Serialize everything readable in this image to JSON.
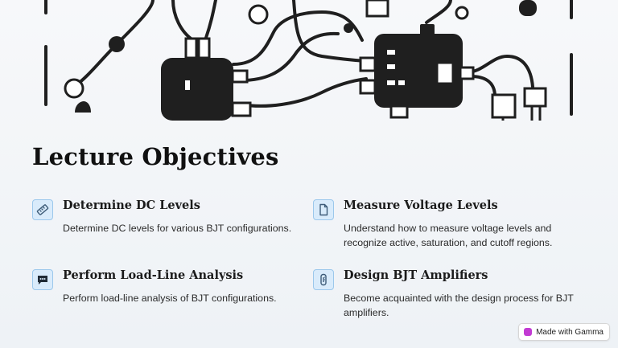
{
  "slide": {
    "title": "Lecture Objectives"
  },
  "objectives": [
    {
      "icon": "ruler-icon",
      "heading": "Determine DC Levels",
      "text": "Determine DC levels for various BJT configurations."
    },
    {
      "icon": "document-icon",
      "heading": "Measure Voltage Levels",
      "text": "Understand how to measure voltage levels and recognize active, saturation, and cutoff regions."
    },
    {
      "icon": "chat-bubble-icon",
      "heading": "Perform Load-Line Analysis",
      "text": "Perform load-line analysis of BJT configurations."
    },
    {
      "icon": "thermometer-icon",
      "heading": "Design BJT Amplifiers",
      "text": "Become acquainted with the design process for BJT amplifiers."
    }
  ],
  "badge": {
    "label": "Made with Gamma"
  },
  "colors": {
    "icon_bg": "#d9ebfb",
    "icon_border": "#9cc8ec",
    "icon_stroke": "#3d5b78",
    "illustration": "#1f1f1f",
    "badge_accent": "#c23bd3"
  }
}
